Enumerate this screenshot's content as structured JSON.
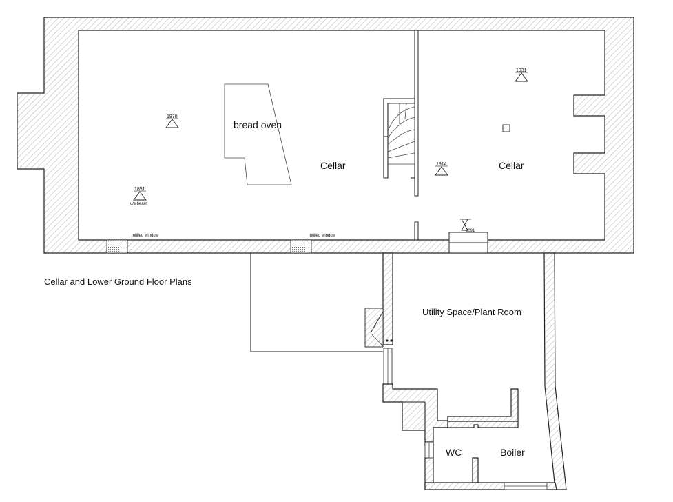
{
  "plan_title": "Cellar and Lower Ground Floor Plans",
  "rooms": {
    "bread_oven": "bread oven",
    "cellar_left": "Cellar",
    "cellar_right": "Cellar",
    "utility": "Utility Space/Plant Room",
    "wc": "WC",
    "boiler": "Boiler"
  },
  "levels": {
    "l1970": "1970",
    "l1851": "1851",
    "l1931": "1931",
    "l1914": "1914",
    "l2091": "2091"
  },
  "notes": {
    "us_beam": "u/s beam",
    "infilled_window_1": "Infilled window",
    "infilled_window_2": "Infilled window"
  }
}
